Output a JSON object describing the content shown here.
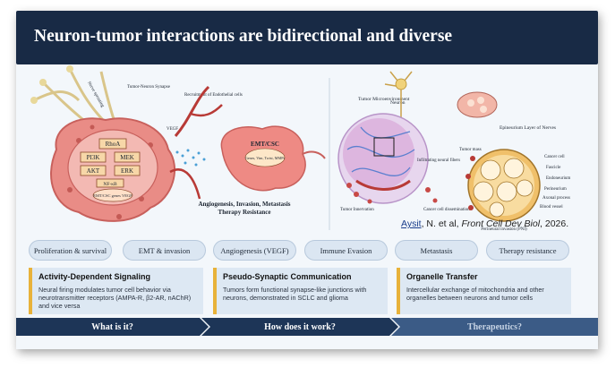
{
  "header": {
    "title": "Neuron-tumor interactions are bidirectional and diverse"
  },
  "figure": {
    "left": {
      "recruitment_label": "Recruitment of Endothelial cells",
      "nerve_label": "Nerve sprouting",
      "tumor_neuron_label": "Tumor-Neuron Synapse",
      "vegf_label": "VEGF",
      "rhoa": "RhoA",
      "pi3k": "PI3K",
      "mek": "MEK",
      "akt": "AKT",
      "erk": "ERK",
      "nfkb": "NF-κB",
      "emt_genes": "EMT/CSC genes VEGF",
      "emt_title": "EMT/CSC",
      "emt_genes_right": "Genes, Vim, Twist, MMPs",
      "caption_1": "Angiogenesis, Invasion, Metastasis",
      "caption_2": "Therapy Resistance"
    },
    "right": {
      "neuron": "Neuron",
      "tumor_microenvironment": "Tumor Microenvironment",
      "infiltrating": "Infiltrating neural fibers",
      "tumor_innervation": "Tumor Innervation",
      "dissemination": "Cancer cell dissemination",
      "epineurium": "Epineurium Layer of Nerves",
      "tumor_mass": "Tumor mass",
      "cancer_cell": "Cancer cell",
      "fascicle": "Fascicle",
      "endoneurium": "Endoneurium",
      "perineurium": "Perineurium",
      "axonal_process": "Axonal process",
      "blood_vessel": "Blood vessel",
      "pni": "Perineural invasion (PNI)"
    },
    "citation": {
      "author": "Aysit",
      "rest": ", N. et al, ",
      "journal": "Front Cell Dev Biol",
      "year": ", 2026."
    }
  },
  "pills": [
    "Proliferation & survival",
    "EMT & invasion",
    "Angiogenesis (VEGF)",
    "Immune Evasion",
    "Metastasis",
    "Therapy resistance"
  ],
  "cards": [
    {
      "title": "Activity-Dependent Signaling",
      "body": "Neural firing modulates tumor cell behavior via neurotransmitter receptors (AMPA-R, β2-AR, nAChR) and vice versa"
    },
    {
      "title": "Pseudo-Synaptic Communication",
      "body": "Tumors form functional synapse-like junctions with neurons, demonstrated in SCLC and glioma"
    },
    {
      "title": "Organelle Transfer",
      "body": "Intercellular exchange of mitochondria and other organelles between neurons and tumor cells"
    }
  ],
  "nav": [
    "What is it?",
    "How does it work?",
    "Therapeutics?"
  ],
  "colors": {
    "title_bar": "#182a45",
    "accent": "#e8b23a",
    "nav": "#1d3557",
    "card": "#dde8f3",
    "tumor": "#e98c86"
  }
}
